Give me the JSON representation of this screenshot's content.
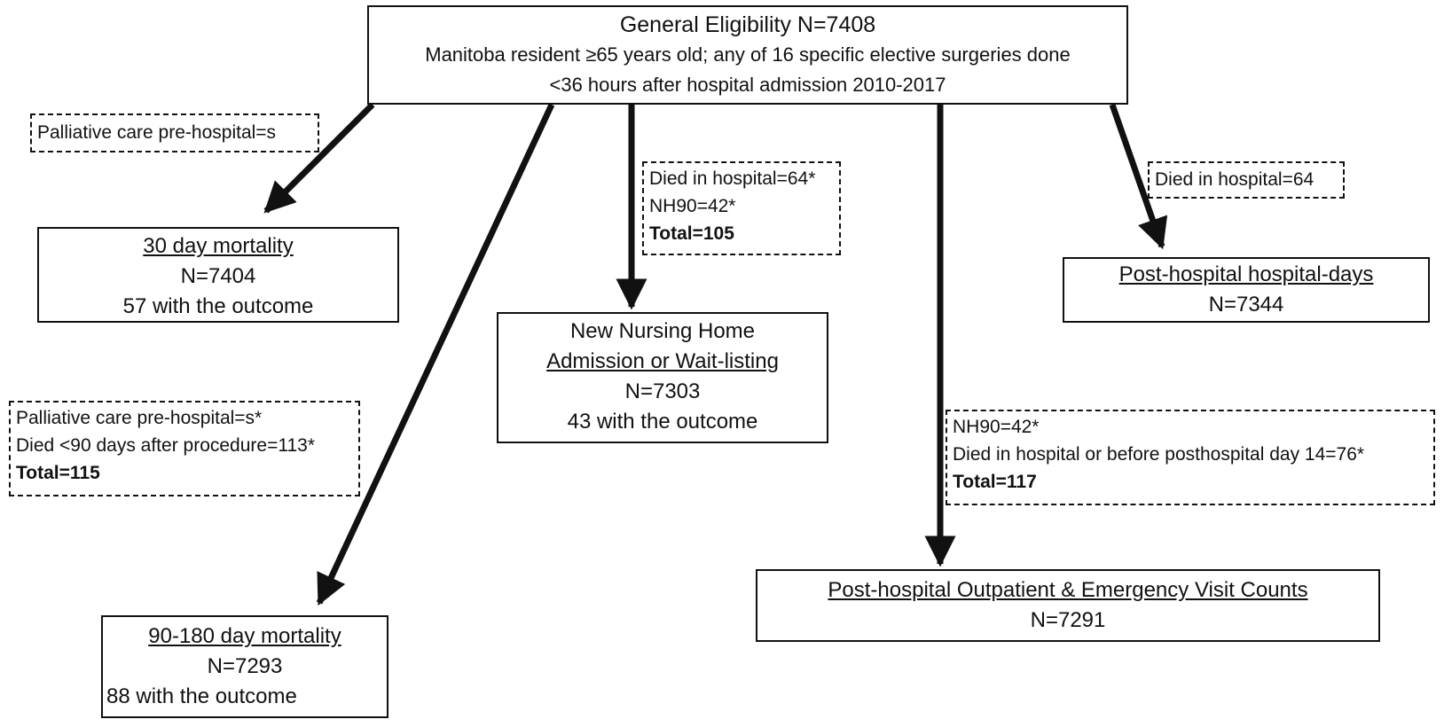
{
  "top": {
    "title": "General Eligibility N=7408",
    "line2": "Manitoba resident ≥65 years old; any of 16 specific elective surgeries done",
    "line3": "<36 hours after hospital admission 2010-2017"
  },
  "notes": {
    "palliative": "Palliative care pre-hospital=s",
    "nursing": {
      "l1": "Died in hospital=64*",
      "l2": "NH90=42*",
      "l3": "Total=105"
    },
    "hospdays": "Died in hospital=64",
    "mort90": {
      "l1": "Palliative care pre-hospital=s*",
      "l2": "Died <90 days after procedure=113*",
      "l3": "Total=115"
    },
    "outpatient": {
      "l1": "NH90=42*",
      "l2": "Died in hospital or before posthospital day 14=76*",
      "l3": "Total=117"
    }
  },
  "outcomes": {
    "mort30": {
      "title": "30 day mortality",
      "n": "N=7404",
      "outcome": "57 with the outcome"
    },
    "nursing": {
      "title1": "New Nursing Home",
      "title2": "Admission or Wait-listing",
      "n": "N=7303",
      "outcome": "43 with the outcome"
    },
    "hospdays": {
      "title": "Post-hospital hospital-days",
      "n": "N=7344"
    },
    "mort90": {
      "title": "90-180 day mortality",
      "n": "N=7293",
      "outcome": "88 with the outcome"
    },
    "outpatient": {
      "title": "Post-hospital Outpatient & Emergency Visit Counts",
      "n": "N=7291"
    }
  }
}
